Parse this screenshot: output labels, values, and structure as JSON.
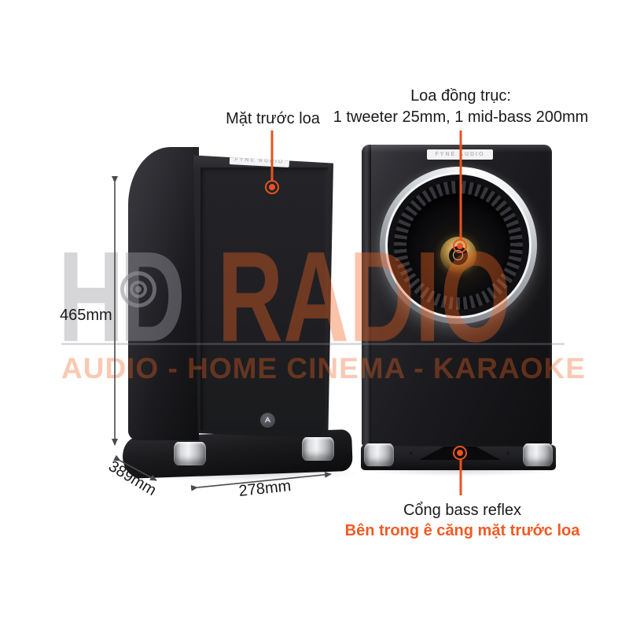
{
  "colors": {
    "accent": "#E8531F",
    "label_text": "#1A1A1A",
    "orange_text": "#F15A24",
    "dim_line": "#4A4A4F",
    "wm_gray": "rgba(158,158,165,0.42)",
    "wm_orange": "rgba(242,101,34,0.38)",
    "wm_tagline": "rgba(242,101,34,0.35)",
    "wm_line": "rgba(140,140,146,0.30)",
    "lens_gray": "rgba(150,150,156,0.60)",
    "silver": "#D7D9DC",
    "gold": "#C9A55C",
    "cabinet": "#1A1A1E",
    "badge_bg": "#F2F2F2",
    "badge_text": "#B4B7BD"
  },
  "brand": {
    "badge": "FYNE AUDIO"
  },
  "watermark": {
    "logo_left": "HD",
    "logo_right": "RADIO",
    "tagline": "AUDIO - HOME CINEMA - KARAOKE"
  },
  "dimensions": {
    "height": "465mm",
    "depth": "389mm",
    "width": "278mm"
  },
  "annotations": {
    "front_panel": "Mặt trước loa",
    "coaxial_title": "Loa đồng trục:",
    "coaxial_detail": "1 tweeter 25mm, 1 mid-bass 200mm",
    "bass_reflex": "Cổng bass reflex",
    "bass_reflex_note": "Bên trong ê căng mặt trước loa"
  }
}
